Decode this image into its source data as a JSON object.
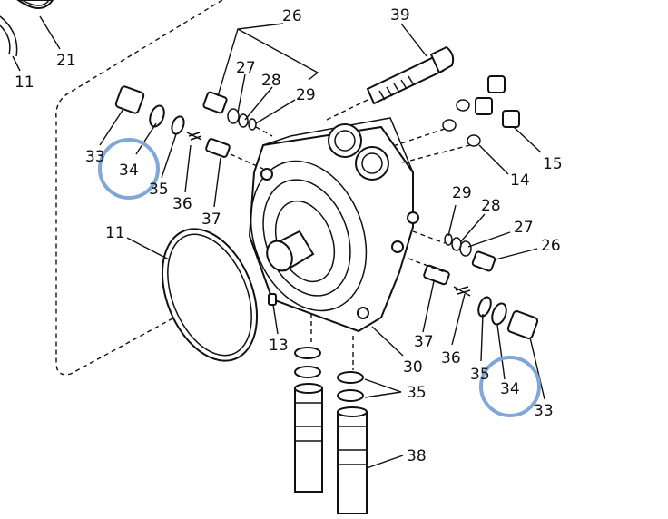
{
  "labels": {
    "l11a": "11",
    "l21": "21",
    "l26a": "26",
    "l27a": "27",
    "l28a": "28",
    "l29a": "29",
    "l39": "39",
    "l33a": "33",
    "l34a": "34",
    "l35a": "35",
    "l36a": "36",
    "l37a": "37",
    "l15": "15",
    "l14": "14",
    "l11b": "11",
    "l29b": "29",
    "l28b": "28",
    "l27b": "27",
    "l26b": "26",
    "l13": "13",
    "l37b": "37",
    "l30": "30",
    "l36b": "36",
    "l35b": "35",
    "l34b": "34",
    "l33b": "33",
    "l35c": "35",
    "l38": "38"
  },
  "colors": {
    "highlight": "#7fa7d8",
    "line": "#111111"
  }
}
